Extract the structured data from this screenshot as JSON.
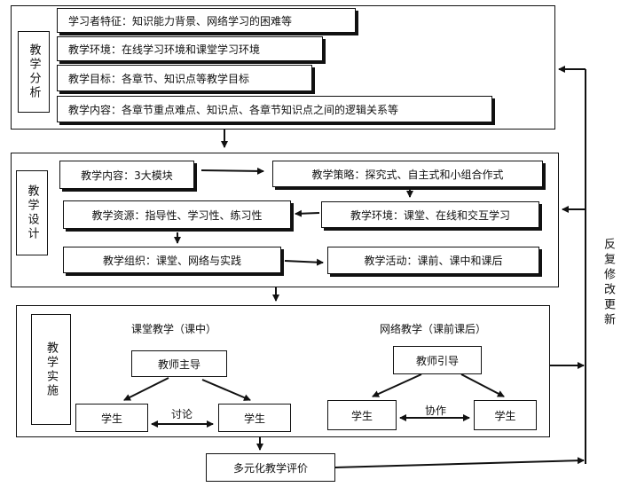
{
  "analysis": {
    "label": "教学分析",
    "items": [
      "学习者特征：知识能力背景、网络学习的困难等",
      "教学环境：在线学习环境和课堂学习环境",
      "教学目标：各章节、知识点等教学目标",
      "教学内容：各章节重点难点、知识点、各章节知识点之间的逻辑关系等"
    ]
  },
  "design": {
    "label": "教学设计",
    "content": "教学内容：3大模块",
    "strategy": "教学策略：探究式、自主式和小组合作式",
    "environment": "教学环境：课堂、在线和交互学习",
    "resources": "教学资源：指导性、学习性、练习性",
    "organization": "教学组织：课堂、网络与实践",
    "activity": "教学活动：课前、课中和课后"
  },
  "implementation": {
    "label": "教学实施",
    "classroom": {
      "title": "课堂教学（课中）",
      "lead": "教师主导",
      "student_left": "学生",
      "student_right": "学生",
      "link": "讨论"
    },
    "online": {
      "title": "网络教学（课前课后）",
      "lead": "教师引导",
      "student_left": "学生",
      "student_right": "学生",
      "link": "协作"
    }
  },
  "evaluation": "多元化教学评价",
  "feedback": "反复修改更新"
}
